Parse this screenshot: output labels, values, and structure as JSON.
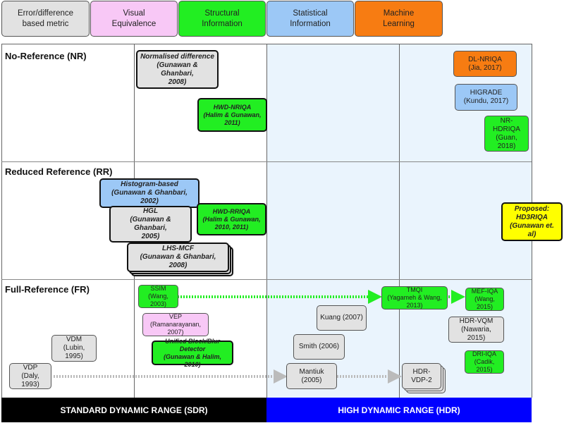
{
  "categories": [
    {
      "label": "Error/difference\nbased metric",
      "color": "#e2e2e2"
    },
    {
      "label": "Visual\nEquivalence",
      "color": "#f8c8f6"
    },
    {
      "label": "Structural\nInformation",
      "color": "#22ee22"
    },
    {
      "label": "Statistical\nInformation",
      "color": "#9cc8f6"
    },
    {
      "label": "Machine\nLearning",
      "color": "#f77c12"
    }
  ],
  "sections": {
    "nr": "No-Reference (NR)",
    "rr": "Reduced Reference (RR)",
    "fr": "Full-Reference (FR)"
  },
  "nodes": {
    "normalised": "Normalised difference\n(Gunawan & Ghanbari,\n2008)",
    "hwd_nriqa": "HWD-NRIQA\n(Halim & Gunawan,\n2011)",
    "dl_nriqa": "DL-NRIQA\n(Jia, 2017)",
    "higrade": "HIGRADE\n(Kundu, 2017)",
    "nr_hdriqa": "NR-HDRIQA\n(Guan, 2018)",
    "histogram": "Histogram-based\n(Gunawan & Ghanbari, 2002)",
    "hgl": "HGL\n(Gunawan & Ghanbari,\n2005)",
    "hwd_rriqa": "HWD-RRIQA\n(Halim & Gunawan,\n2010, 2011)",
    "lhs_mcf": "LHS-MCF\n(Gunawan & Ghanbari, 2008)",
    "proposed": "Proposed:\nHD3RIQA\n(Gunawan et. al)",
    "ssim": "SSIM\n(Wang, 2003)",
    "tmqi": "TMQI\n(Yagameh & Wang, 2013)",
    "mef_iqa": "MEF-IQA\n(Wang, 2015)",
    "vep": "VEP\n(Ramanarayanan, 2007)",
    "kuang": "Kuang (2007)",
    "hdr_vqm": "HDR-VQM\n(Nawaria, 2015)",
    "unified": "Unified Block/Blur Detector\n(Gunawan & Halim, 2010)",
    "smith": "Smith (2006)",
    "vdm": "VDM\n(Lubin, 1995)",
    "dri_iqa": "DRI-IQA\n(Cadik, 2015)",
    "vdp": "VDP\n(Daly, 1993)",
    "mantiuk": "Mantiuk (2005)",
    "hdr_vdp2": "HDR-VDP-2"
  },
  "footer": {
    "sdr": "STANDARD DYNAMIC RANGE (SDR)",
    "hdr": "HIGH DYNAMIC RANGE (HDR)"
  },
  "colors": {
    "sdr_bar": "#000000",
    "hdr_bar": "#0000ff",
    "hdr_band": "#eaf4fd",
    "green_arrow": "#22ee22",
    "gray_arrow": "#bbbbbb"
  }
}
